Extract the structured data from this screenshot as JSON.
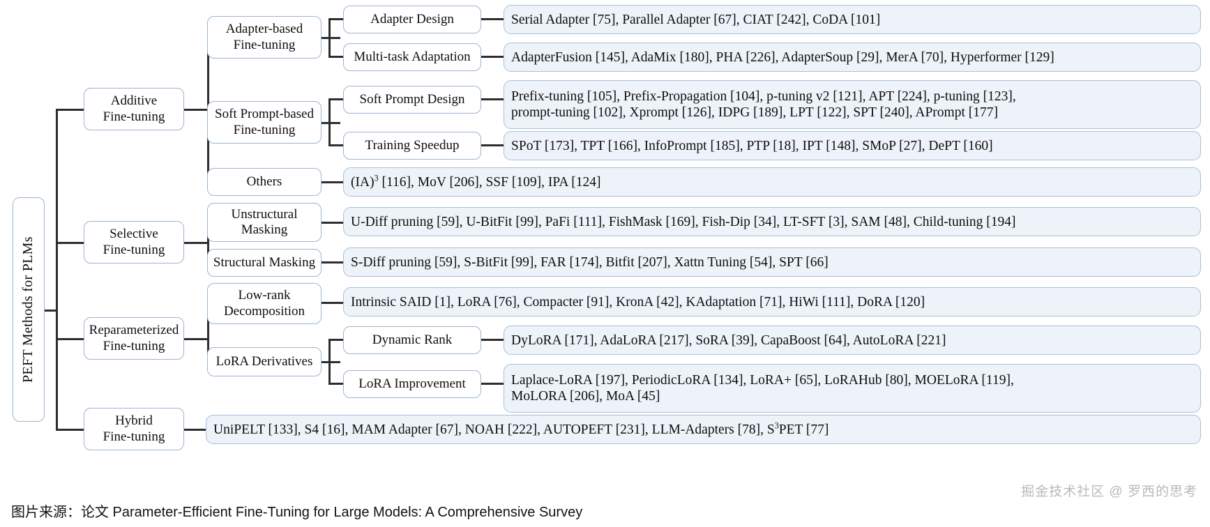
{
  "figure": {
    "root_label": "PEFT Methods for PLMs",
    "caption": "图片来源：论文 Parameter-Efficient Fine-Tuning for Large Models: A Comprehensive Survey",
    "watermark": "掘金技术社区 @ 罗西的思考",
    "colors": {
      "leaf_fill": "#eef3fa",
      "node_border": "#9bb5cf",
      "line": "#2d2d2d",
      "text": "#0d0d0d",
      "watermark": "#b9b9b9"
    }
  },
  "categories": {
    "additive": "Additive\nFine-tuning",
    "selective": "Selective\nFine-tuning",
    "reparameterized": "Reparameterized\nFine-tuning",
    "hybrid": "Hybrid\nFine-tuning"
  },
  "subcategories": {
    "adapter_based": "Adapter-based\nFine-tuning",
    "soft_prompt_based": "Soft Prompt-based\nFine-tuning",
    "others": "Others",
    "unstructural_masking": "Unstructural\nMasking",
    "structural_masking": "Structural Masking",
    "low_rank": "Low-rank\nDecomposition",
    "lora_derivatives": "LoRA Derivatives"
  },
  "subsubcategories": {
    "adapter_design": "Adapter Design",
    "multi_task_adaptation": "Multi-task Adaptation",
    "soft_prompt_design": "Soft Prompt Design",
    "training_speedup": "Training Speedup",
    "dynamic_rank": "Dynamic Rank",
    "lora_improvement": "LoRA Improvement"
  },
  "leaves": {
    "adapter_design": "Serial Adapter  [75], Parallel Adapter [67], CIAT [242], CoDA [101]",
    "multi_task_adaptation": "AdapterFusion [145], AdaMix [180], PHA [226], AdapterSoup [29], MerA [70], Hyperformer [129]",
    "soft_prompt_design_line1": "Prefix-tuning [105], Prefix-Propagation [104], p-tuning v2 [121], APT [224], p-tuning [123],",
    "soft_prompt_design_line2": "prompt-tuning [102], Xprompt [126], IDPG [189], LPT [122], SPT [240], APrompt [177]",
    "training_speedup": "SPoT [173], TPT [166], InfoPrompt [185], PTP [18], IPT [148], SMoP [27], DePT [160]",
    "others_prefix": "(IA)",
    "others_sup": "3",
    "others_rest": " [116], MoV [206], SSF [109], IPA [124]",
    "unstructural_masking": "U-Diff pruning [59], U-BitFit [99], PaFi [111], FishMask [169], Fish-Dip [34], LT-SFT [3], SAM [48], Child-tuning [194]",
    "structural_masking": "S-Diff pruning [59], S-BitFit [99], FAR [174], Bitfit [207], Xattn Tuning [54], SPT [66]",
    "low_rank": "Intrinsic SAID [1], LoRA [76], Compacter [91], KronA [42], KAdaptation [71], HiWi [111], DoRA [120]",
    "dynamic_rank": "DyLoRA [171], AdaLoRA [217], SoRA [39], CapaBoost [64], AutoLoRA [221]",
    "lora_improvement_line1": "Laplace-LoRA [197], PeriodicLoRA [134], LoRA+ [65],  LoRAHub [80], MOELoRA [119],",
    "lora_improvement_line2": "MoLORA [206], MoA [45]",
    "hybrid_prefix": "UniPELT [133], S4 [16], MAM Adapter [67], NOAH [222], AUTOPEFT [231], LLM-Adapters [78], S",
    "hybrid_sup": "3",
    "hybrid_rest": "PET [77]"
  }
}
